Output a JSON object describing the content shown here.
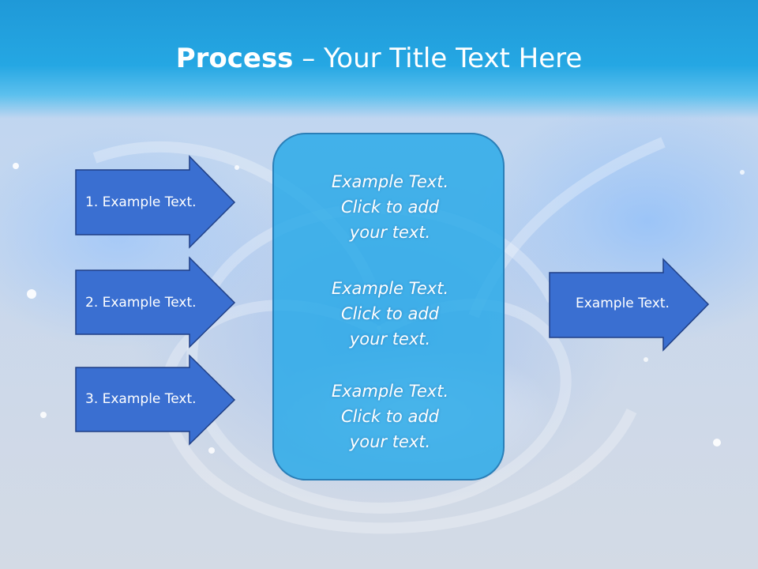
{
  "title": {
    "bold": "Process",
    "rest": " – Your Title Text Here"
  },
  "inputs": [
    {
      "label": "1. Example Text."
    },
    {
      "label": "2. Example Text."
    },
    {
      "label": "3. Example Text."
    }
  ],
  "center": {
    "blocks": [
      {
        "line1": "Example Text.",
        "line2": "Click  to add",
        "line3": "your text."
      },
      {
        "line1": "Example Text.",
        "line2": "Click  to add",
        "line3": "your text."
      },
      {
        "line1": "Example Text.",
        "line2": "Click  to add",
        "line3": "your text."
      }
    ]
  },
  "output": {
    "label": "Example Text."
  },
  "colors": {
    "arrow_fill": "#3a6fd1",
    "arrow_stroke": "#1f3f86",
    "center_fill": "#2ba8e8",
    "header": "#1f99d8"
  }
}
